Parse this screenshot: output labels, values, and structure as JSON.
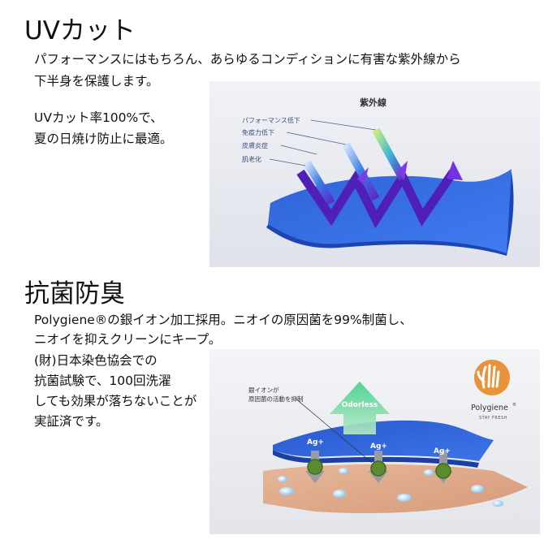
{
  "uv": {
    "title": "UVカット",
    "desc_line1": "パフォーマンスにはもちろん、あらゆるコンディションに有害な紫外線から",
    "desc_line2": "下半身を保護します。",
    "rate_line1": "UVカット率100%で、",
    "rate_line2": "夏の日焼け防止に最適。",
    "diagram": {
      "title": "紫外線",
      "labels": [
        "パフォーマンス低下",
        "免疫力低下",
        "皮膚炎症",
        "肌老化"
      ]
    }
  },
  "anti": {
    "title": "抗菌防臭",
    "line1": "Polygiene®の銀イオン加工採用。ニオイの原因菌を99%制菌し、",
    "line2": "ニオイを抑えクリーンにキープ。",
    "line3": "(財)日本染色協会での",
    "line4": "抗菌試験で、100回洗濯",
    "line5": "しても効果が落ちないことが",
    "line6": "実証済です。",
    "diagram": {
      "callout_line1": "銀イオンが",
      "callout_line2": "原因菌の活動を抑制",
      "arrow_label": "Odorless",
      "ag_labels": [
        "Ag+",
        "Ag+",
        "Ag+"
      ],
      "brand": "Polygiene",
      "brand_mark": "®",
      "tagline": "STAY FRESH"
    }
  }
}
